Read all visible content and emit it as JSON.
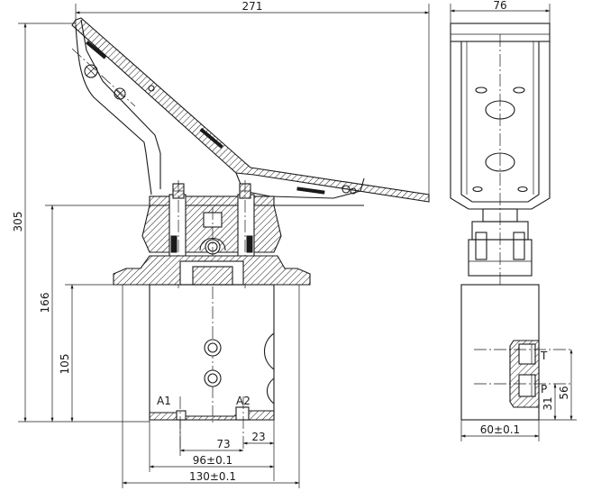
{
  "front_view": {
    "dimensions": {
      "overall_width_top": "271",
      "overall_height": "305",
      "height_to_mount": "166",
      "body_height": "105",
      "port_spacing_a": "73",
      "port_offset": "23",
      "mount_holes": "96±0.1",
      "body_width": "130±0.1"
    },
    "ports": {
      "a1": "A1",
      "a2": "A2"
    }
  },
  "side_view": {
    "dimensions": {
      "bracket_width": "76",
      "body_width": "60±0.1",
      "port_height_p": "31",
      "port_height_t": "56"
    },
    "ports": {
      "t": "T",
      "p": "P"
    }
  }
}
